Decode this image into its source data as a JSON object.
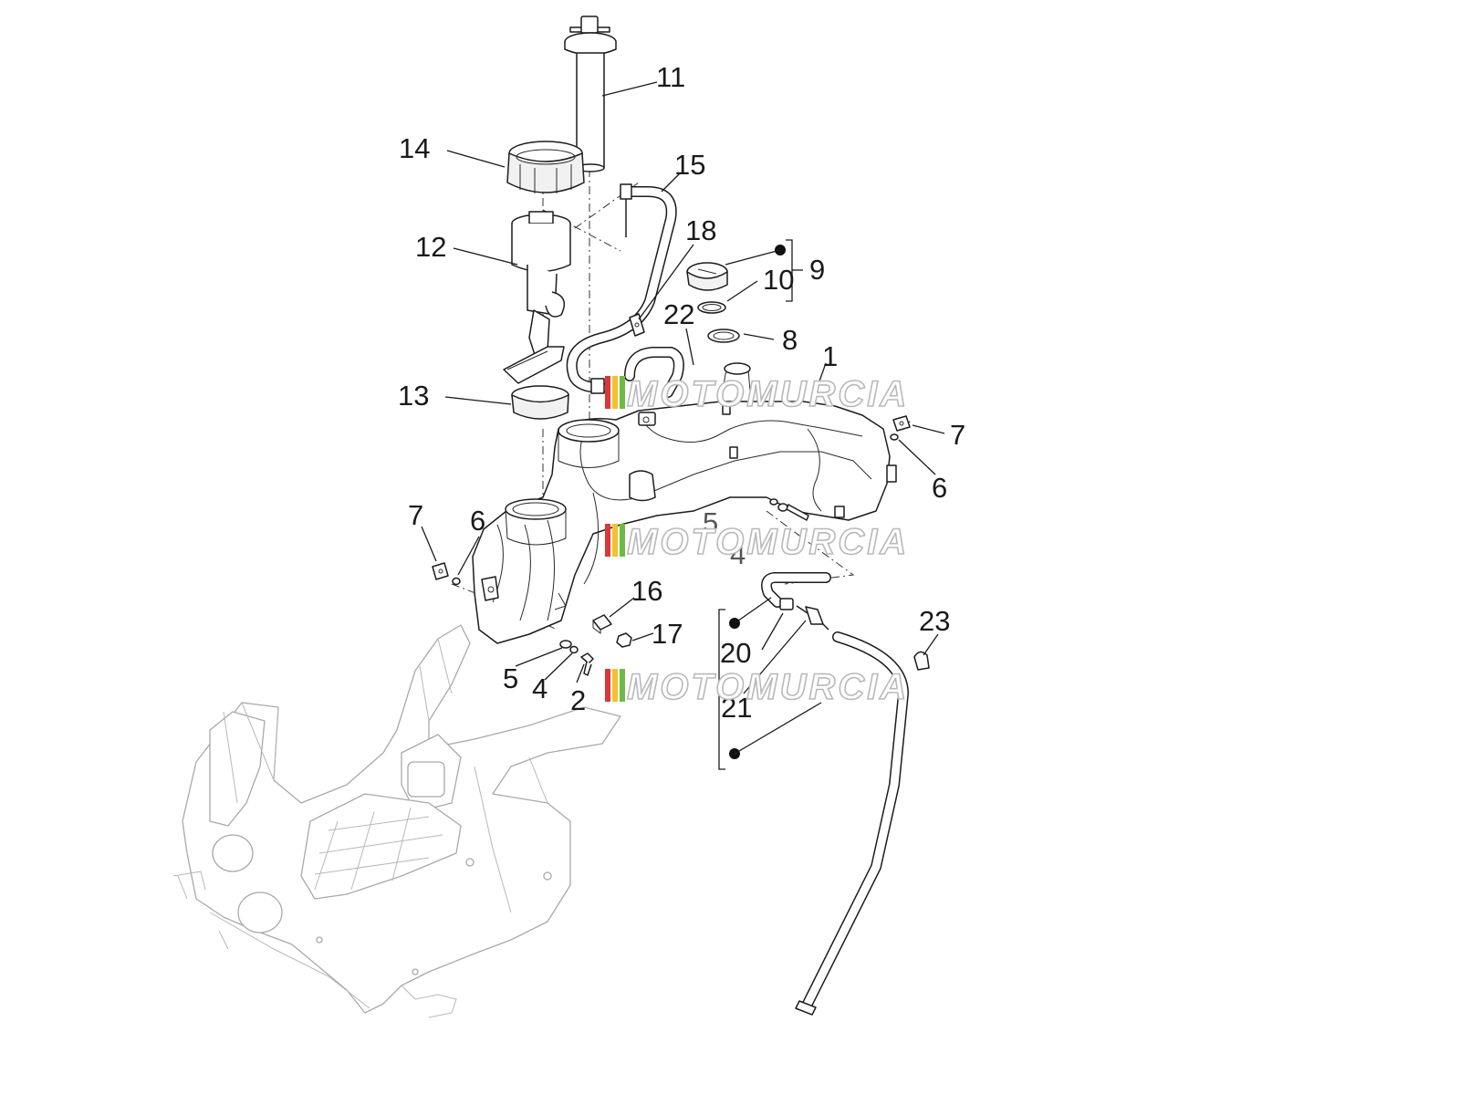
{
  "callouts": {
    "c1": "1",
    "c2": "2",
    "c4": "4",
    "c4b": "4",
    "c5": "5",
    "c5b": "5",
    "c6a": "6",
    "c6b": "6",
    "c7a": "7",
    "c7b": "7",
    "c8": "8",
    "c9": "9",
    "c10": "10",
    "c11": "11",
    "c12": "12",
    "c13": "13",
    "c14": "14",
    "c15": "15",
    "c16": "16",
    "c17": "17",
    "c18": "18",
    "c20": "20",
    "c21": "21",
    "c22": "22",
    "c23": "23"
  },
  "watermark": {
    "text": "MOTOMURCIA",
    "stripe_colors": [
      "#d9383a",
      "#f2c230",
      "#6dbb45"
    ]
  },
  "colors": {
    "line": "#1c1c1c",
    "ghost": "#a9a9a9",
    "background": "#ffffff"
  }
}
